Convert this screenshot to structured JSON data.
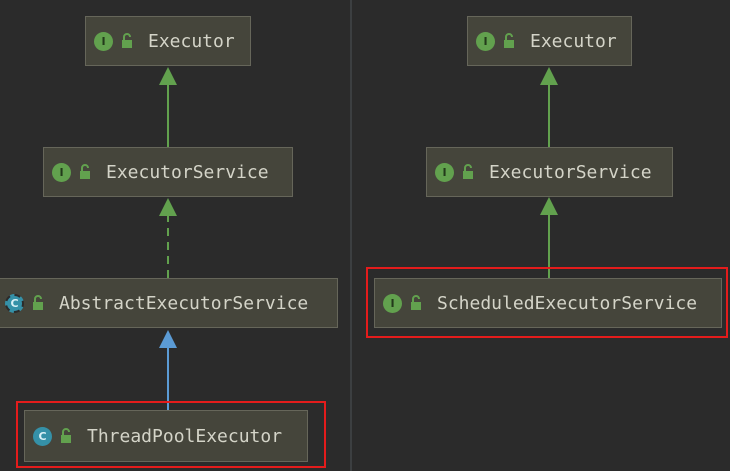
{
  "left_diagram": {
    "executor": {
      "kind": "I",
      "name": "Executor"
    },
    "executor_service": {
      "kind": "I",
      "name": "ExecutorService"
    },
    "abstract_executor_service": {
      "kind": "C",
      "name": "AbstractExecutorService"
    },
    "thread_pool_executor": {
      "kind": "C",
      "name": "ThreadPoolExecutor"
    }
  },
  "right_diagram": {
    "executor": {
      "kind": "I",
      "name": "Executor"
    },
    "executor_service": {
      "kind": "I",
      "name": "ExecutorService"
    },
    "scheduled_executor_service": {
      "kind": "I",
      "name": "ScheduledExecutorService"
    }
  },
  "colors": {
    "background": "#2b2b2b",
    "node_fill": "#45453b",
    "interface_badge": "#62a14e",
    "class_badge": "#3591a8",
    "extends_arrow": "#62a14e",
    "class_extends_arrow": "#5b9bd5",
    "highlight": "#e41c1c"
  },
  "icons": {
    "interface_badge": "interface-badge-icon",
    "class_badge": "class-badge-icon",
    "public_access": "unlock-icon"
  }
}
